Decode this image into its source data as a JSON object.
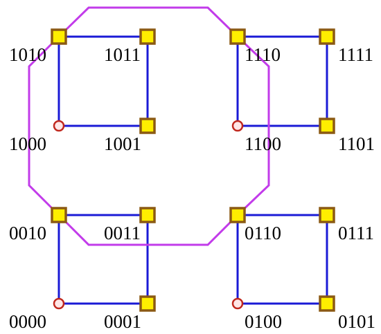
{
  "colors": {
    "edge": "#1a1ad6",
    "path": "#c23bea",
    "square_fill": "#ffee00",
    "square_stroke": "#8b5a14",
    "circle_fill": "#ffe6e6",
    "circle_stroke": "#c0281e"
  },
  "nodes": [
    {
      "id": "1010",
      "label": "1010",
      "shape": "square"
    },
    {
      "id": "1011",
      "label": "1011",
      "shape": "square"
    },
    {
      "id": "1000",
      "label": "1000",
      "shape": "circle"
    },
    {
      "id": "1001",
      "label": "1001",
      "shape": "square"
    },
    {
      "id": "1110",
      "label": "1110",
      "shape": "square"
    },
    {
      "id": "1111",
      "label": "1111",
      "shape": "square"
    },
    {
      "id": "1100",
      "label": "1100",
      "shape": "circle"
    },
    {
      "id": "1101",
      "label": "1101",
      "shape": "square"
    },
    {
      "id": "0010",
      "label": "0010",
      "shape": "square"
    },
    {
      "id": "0011",
      "label": "0011",
      "shape": "square"
    },
    {
      "id": "0000",
      "label": "0000",
      "shape": "circle"
    },
    {
      "id": "0001",
      "label": "0001",
      "shape": "square"
    },
    {
      "id": "0110",
      "label": "0110",
      "shape": "square"
    },
    {
      "id": "0111",
      "label": "0111",
      "shape": "square"
    },
    {
      "id": "0100",
      "label": "0100",
      "shape": "circle"
    },
    {
      "id": "0101",
      "label": "0101",
      "shape": "square"
    }
  ],
  "edges": [
    [
      "1010",
      "1011"
    ],
    [
      "1011",
      "1001"
    ],
    [
      "1001",
      "1000"
    ],
    [
      "1000",
      "1010"
    ],
    [
      "1110",
      "1111"
    ],
    [
      "1111",
      "1101"
    ],
    [
      "1101",
      "1100"
    ],
    [
      "1100",
      "1110"
    ],
    [
      "0010",
      "0011"
    ],
    [
      "0011",
      "0001"
    ],
    [
      "0001",
      "0000"
    ],
    [
      "0000",
      "0010"
    ],
    [
      "0110",
      "0111"
    ],
    [
      "0111",
      "0101"
    ],
    [
      "0101",
      "0100"
    ],
    [
      "0100",
      "0110"
    ]
  ],
  "highlight_path": [
    "1010",
    "1110",
    "0110",
    "0010"
  ]
}
